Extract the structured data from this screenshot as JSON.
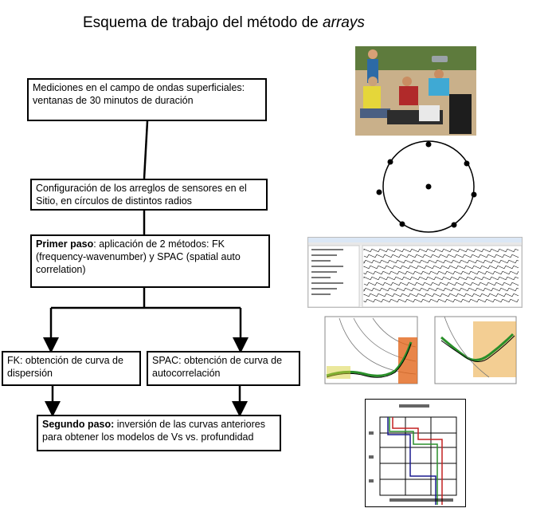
{
  "title": {
    "main": "Esquema de trabajo del método de",
    "italic": "arrays"
  },
  "boxes": {
    "b1": "Mediciones en el campo de ondas superficiales: ventanas de 30 minutos de duración",
    "b2": "Configuración de los arreglos de sensores en el Sitio, en círculos de distintos radios",
    "b3_bold": "Primer paso",
    "b3": ": aplicación de 2 métodos: FK (frequency-wavenumber) y SPAC (spatial auto correlation)",
    "b4": "FK: obtención de curva de dispersión",
    "b5": "SPAC: obtención de curva de autocorrelación",
    "b6_bold": "Segundo paso:",
    "b6": " inversión de las curvas anteriores para obtener los modelos de Vs vs. profundidad"
  },
  "colors": {
    "line": "#000000",
    "fk_green": "#2a8f2a",
    "orange": "#e8761c"
  }
}
